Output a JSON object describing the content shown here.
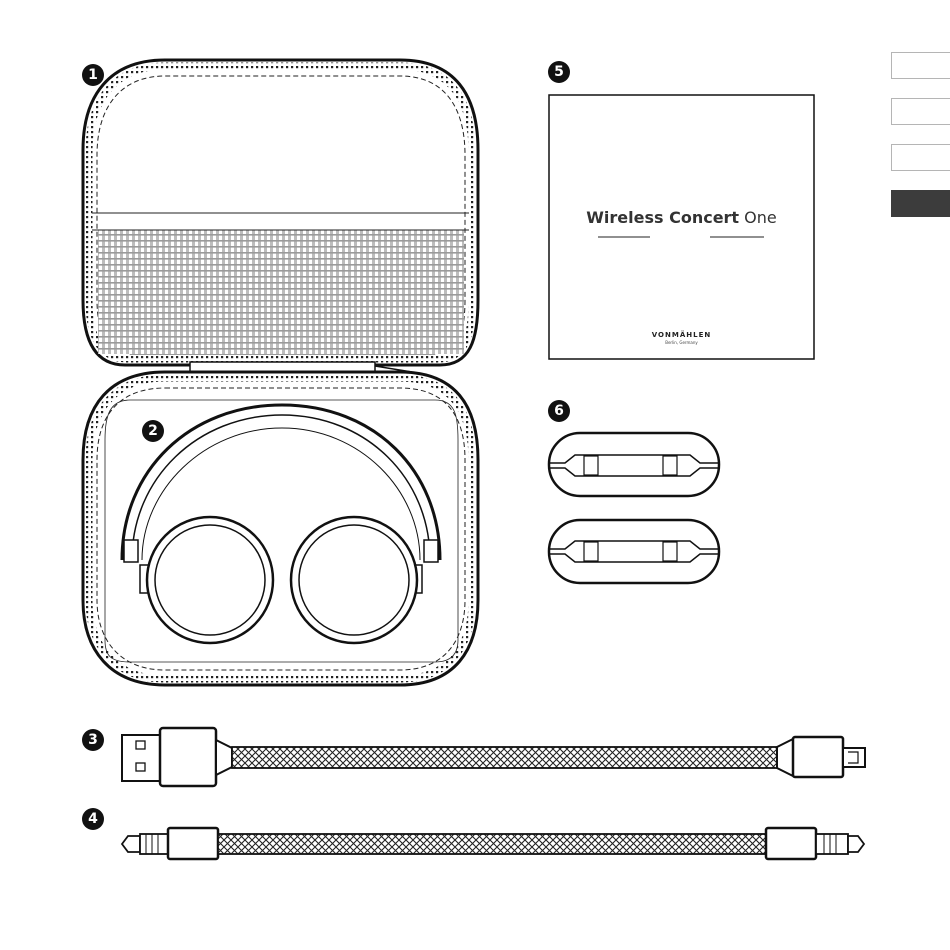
{
  "badges": [
    "1",
    "2",
    "3",
    "4",
    "5",
    "6"
  ],
  "manual": {
    "title_bold": "Wireless Concert",
    "title_light": "One",
    "brand": "VONMÄHLEN",
    "brand_sub": "Berlin, Germany"
  },
  "side_tabs": {
    "count": 4,
    "active_index": 3
  },
  "colors": {
    "stroke": "#1a1a1a",
    "badge": "#111111",
    "active_tab": "#3c3c3c",
    "border": "#b5b5b5"
  }
}
